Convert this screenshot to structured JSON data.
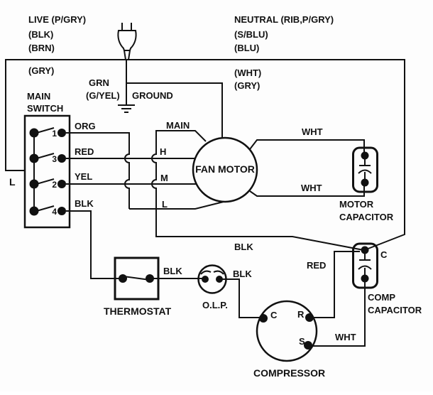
{
  "colors": {
    "ink": "#111111",
    "background": "#fdfdfd"
  },
  "power_labels": {
    "live": "LIVE (P/GRY)",
    "live_alt1": "(BLK)",
    "live_alt2": "(BRN)",
    "live_alt3": "(GRY)",
    "neutral": "NEUTRAL (RIB,P/GRY)",
    "neutral_alt1": "(S/BLU)",
    "neutral_alt2": "(BLU)",
    "neutral_alt3": "(WHT)",
    "neutral_alt4": "(GRY)"
  },
  "ground_labels": {
    "wire": "GRN",
    "wire_alt": "(G/YEL)",
    "name": "GROUND"
  },
  "main_switch": {
    "name_line1": "MAIN",
    "name_line2": "SWITCH",
    "input": "L",
    "pole_numbers": [
      "1",
      "3",
      "2",
      "4"
    ],
    "outputs": [
      "ORG",
      "RED",
      "YEL",
      "BLK"
    ]
  },
  "fan_motor": {
    "name": "FAN MOTOR",
    "terminals": [
      "MAIN",
      "H",
      "M",
      "L"
    ]
  },
  "motor_capacitor": {
    "name_line1": "MOTOR",
    "name_line2": "CAPACITOR",
    "wire_top": "WHT",
    "wire_bottom": "WHT"
  },
  "comp_capacitor": {
    "name_line1": "COMP",
    "name_line2": "CAPACITOR",
    "terminal": "C",
    "wire_common": "BLK"
  },
  "thermostat": {
    "name": "THERMOSTAT",
    "wire_out": "BLK"
  },
  "olp": {
    "name": "O.L.P.",
    "wire_out": "BLK"
  },
  "compressor": {
    "name": "COMPRESSOR",
    "terminal_c": "C",
    "terminal_r": "R",
    "terminal_s": "S",
    "wire_r": "RED",
    "wire_s": "WHT"
  }
}
